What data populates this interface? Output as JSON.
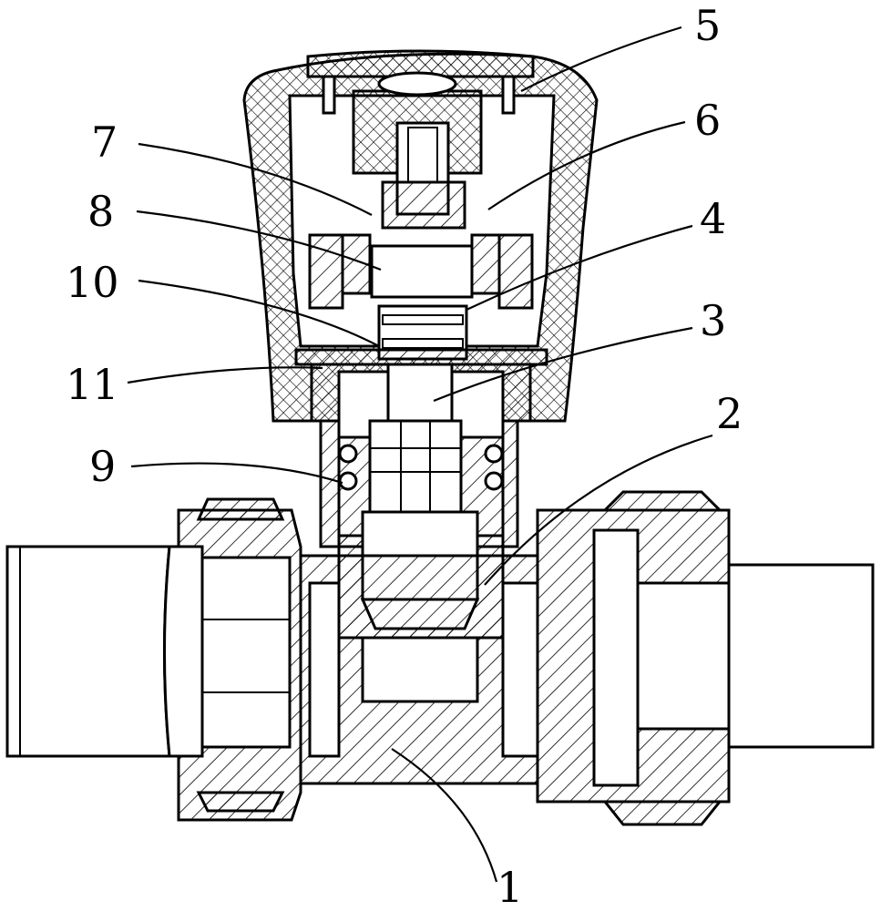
{
  "callouts": [
    {
      "id": "c1",
      "text": "1",
      "part": "valve-body"
    },
    {
      "id": "c2",
      "text": "2",
      "part": "valve-core"
    },
    {
      "id": "c3",
      "text": "3",
      "part": "valve-stem"
    },
    {
      "id": "c4",
      "text": "4",
      "part": "bonnet"
    },
    {
      "id": "c5",
      "text": "5",
      "part": "handwheel-cap"
    },
    {
      "id": "c6",
      "text": "6",
      "part": "lock-nut"
    },
    {
      "id": "c7",
      "text": "7",
      "part": "retaining-ring"
    },
    {
      "id": "c8",
      "text": "8",
      "part": "spacer"
    },
    {
      "id": "c9",
      "text": "9",
      "part": "o-ring-seal"
    },
    {
      "id": "c10",
      "text": "10",
      "part": "stem-seal"
    },
    {
      "id": "c11",
      "text": "11",
      "part": "gasket"
    }
  ]
}
